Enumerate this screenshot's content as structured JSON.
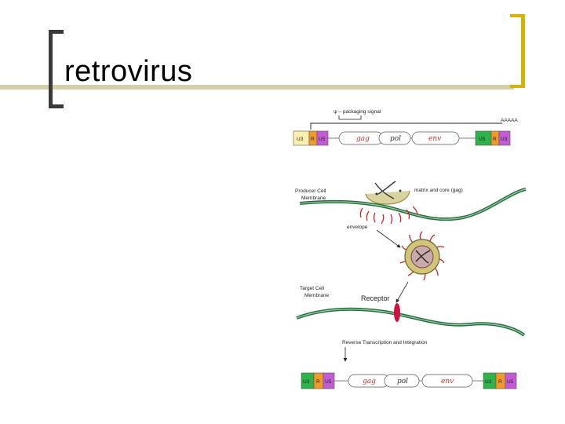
{
  "slide": {
    "title": "retrovirus"
  },
  "figure": {
    "psi_label": "ψ – packaging signal",
    "polya": "AAAAA",
    "ltr_left": {
      "u3": "U3",
      "r": "R",
      "u5": "U5"
    },
    "ltr_right": {
      "u5": "U5",
      "r": "R",
      "u3": "U3"
    },
    "genes": {
      "gag": "gag",
      "pol": "pol",
      "env": "env"
    },
    "producer_label_1": "Producer Cell",
    "producer_label_2": "Membrane",
    "matrix_label": "matrix and core (gag)",
    "envelope_label": "envelope",
    "target_label_1": "Target Cell",
    "target_label_2": "Membrane",
    "receptor_label": "Receptor",
    "rt_label": "Reverse Transcription and Integration",
    "provirus_ltr_left": {
      "u3": "U3",
      "r": "R",
      "u5": "U5"
    },
    "provirus_ltr_right": {
      "u3": "U3",
      "r": "R",
      "u5": "U5"
    },
    "provirus_genes": {
      "gag": "gag",
      "pol": "pol",
      "env": "env"
    }
  },
  "colors": {
    "accent_bracket": "#d7b300",
    "title_rule": "#d3d0a8",
    "u3_tan": "#fff0b0",
    "u3_green": "#2db34a",
    "r_orange": "#f09a2a",
    "u5_purple": "#c45bd6",
    "red": "#d02020",
    "membrane": "#1f6b3a"
  }
}
